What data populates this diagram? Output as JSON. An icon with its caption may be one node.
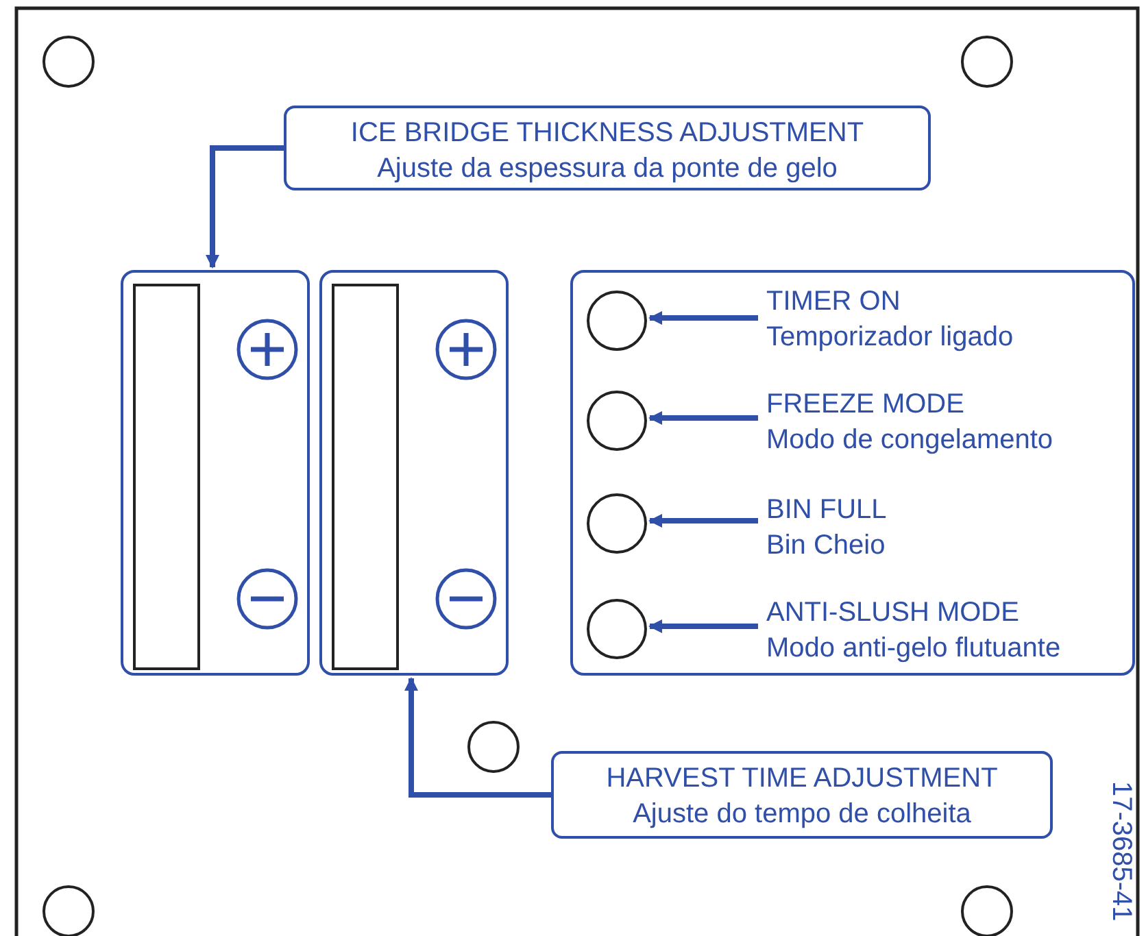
{
  "diagram": {
    "nodes": [
      {
        "text": [
          "ICE BRIDGE THICKNESS ADJUSTMENT",
          "Ajuste da espessura da ponte de gelo"
        ]
      },
      {
        "text": [],
        "shape": "box"
      },
      {
        "text": [],
        "shape": "bar",
        "in": 1
      },
      {
        "text": [],
        "shape": "box"
      },
      {
        "text": [],
        "shape": "bar",
        "in": 3
      },
      {
        "text": [],
        "shape": "box"
      },
      {
        "text": [],
        "shape": "circle",
        "in": 5
      },
      {
        "text": [
          "TIMER ON",
          "Temporizador ligado"
        ],
        "in": 5
      },
      {
        "text": [],
        "shape": "circle",
        "in": 5
      },
      {
        "text": [
          "FREEZE MODE",
          "Modo de congelamento"
        ],
        "in": 5
      },
      {
        "text": [],
        "shape": "circle",
        "in": 5
      },
      {
        "text": [
          "BIN FULL",
          "Bin Cheio"
        ],
        "in": 5
      },
      {
        "text": [],
        "shape": "circle",
        "in": 5
      },
      {
        "text": [
          "ANTI-SLUSH MODE",
          "Modo anti-gelo flutuante"
        ],
        "in": 5
      },
      {
        "text": [
          "HARVEST TIME ADJUSTMENT",
          "Ajuste do tempo de colheita"
        ]
      }
    ],
    "edges": [
      {
        "from": 0,
        "to": 1,
        "arrow": "to"
      },
      {
        "from": 7,
        "to": 6,
        "arrow": "to"
      },
      {
        "from": 9,
        "to": 8,
        "arrow": "to"
      },
      {
        "from": 11,
        "to": 10,
        "arrow": "to"
      },
      {
        "from": 13,
        "to": 12,
        "arrow": "to"
      },
      {
        "from": 14,
        "to": 3,
        "arrow": "to"
      }
    ],
    "labels": [
      "17-3685-41"
    ]
  }
}
